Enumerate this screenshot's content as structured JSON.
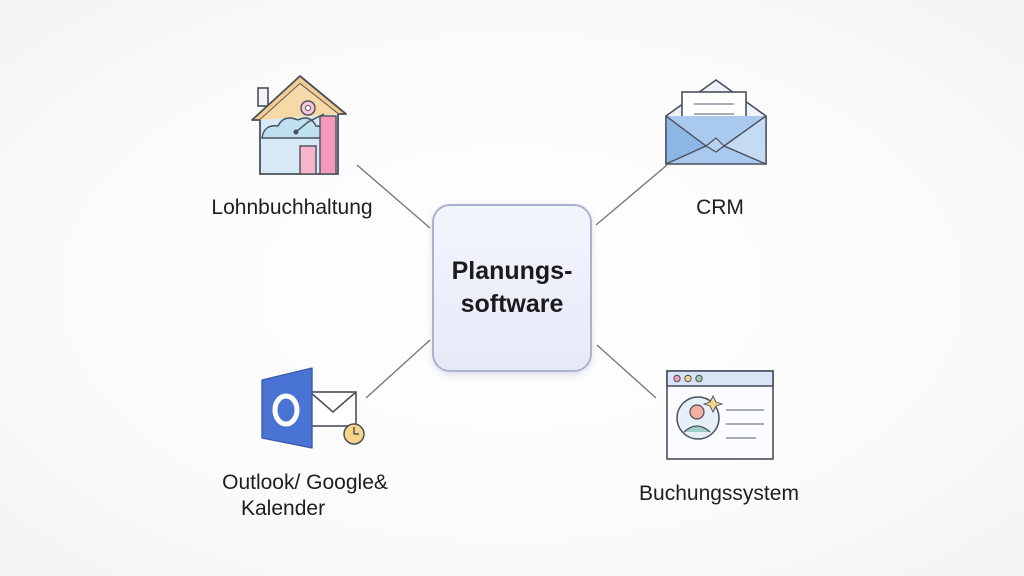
{
  "center": {
    "line1": "Planungs-",
    "line2": "software"
  },
  "nodes": {
    "payroll": {
      "label": "Lohnbuchhaltung",
      "icon": "house-chart-icon"
    },
    "crm": {
      "label": "CRM",
      "icon": "envelope-icon"
    },
    "calendar": {
      "line1": "Outlook/ Google&",
      "line2": "Kalender",
      "icon": "outlook-calendar-icon"
    },
    "booking": {
      "label": "Buchungssystem",
      "icon": "browser-profile-icon"
    }
  },
  "colors": {
    "center_border": "#aab2cf",
    "center_fill": "#e6eaf8",
    "connector": "#7a7a7a",
    "icon_blue": "#8ab4e8",
    "icon_pink": "#f4a9c4",
    "icon_yellow": "#f6d48a",
    "outlook_blue": "#4a74d4"
  }
}
